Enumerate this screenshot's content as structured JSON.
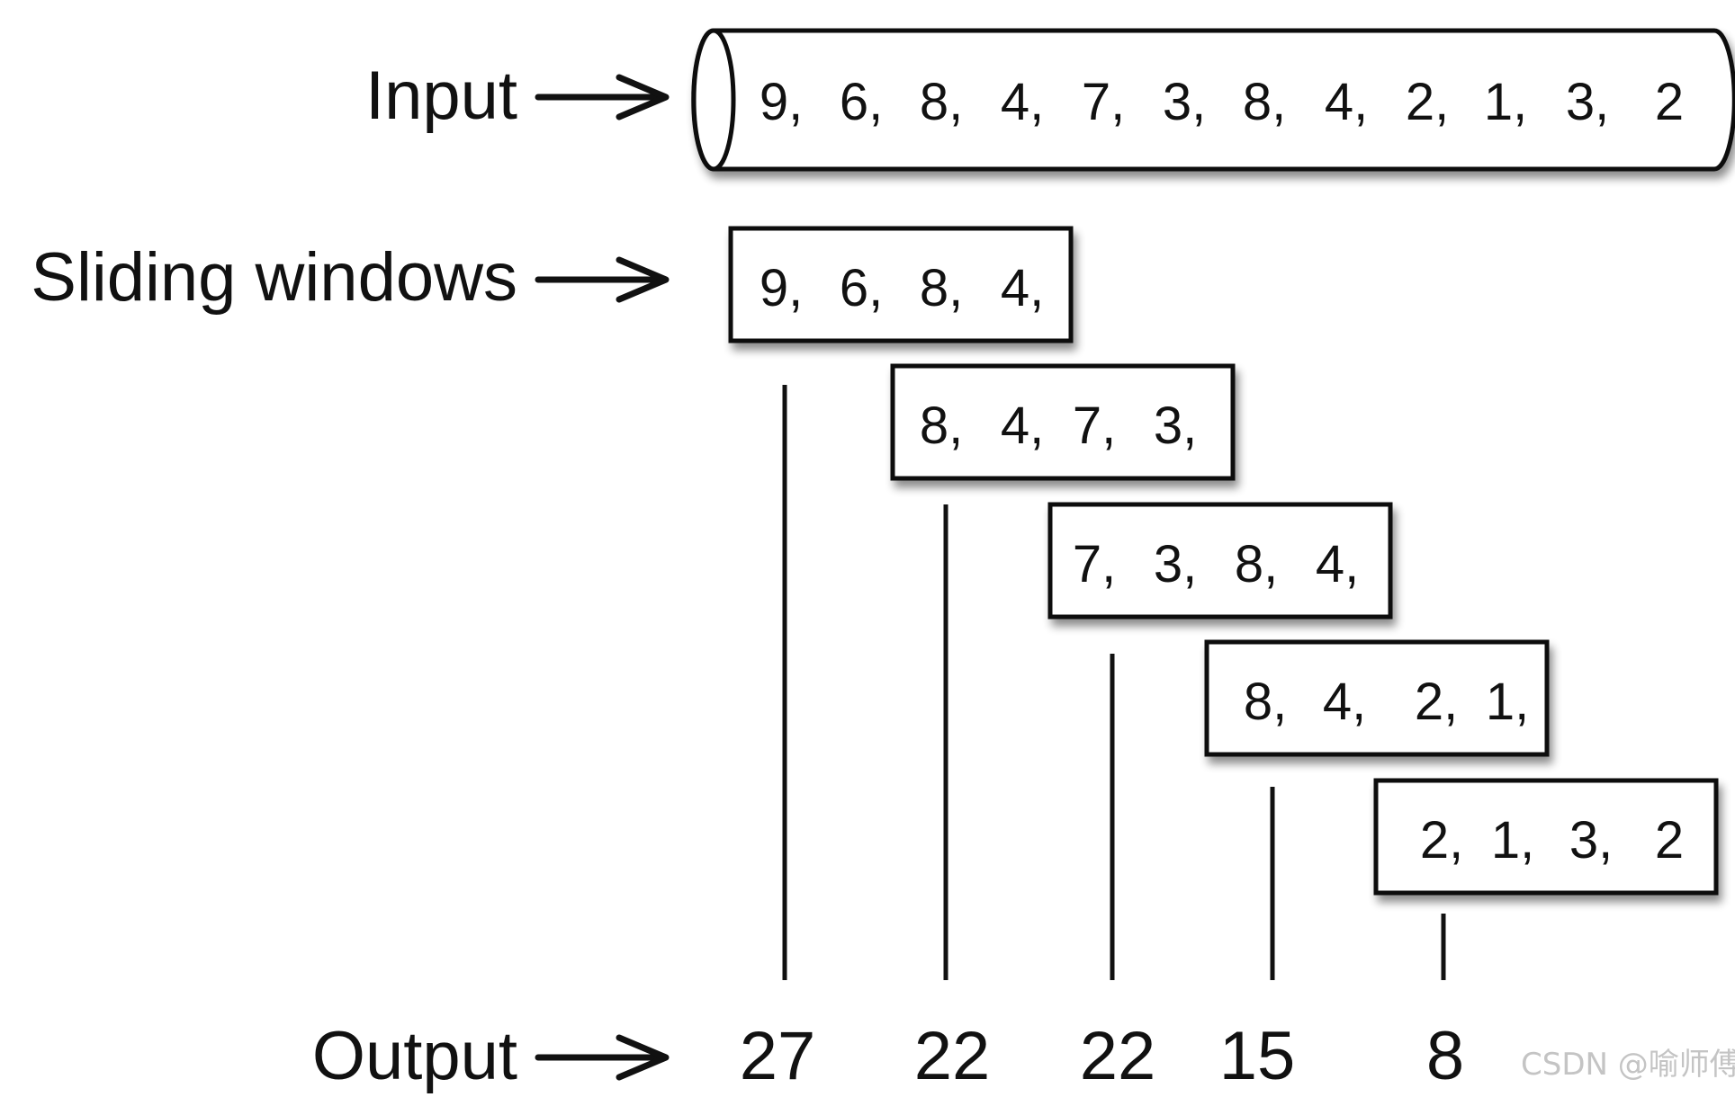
{
  "labels": {
    "input": "Input",
    "sliding_windows": "Sliding windows",
    "output": "Output"
  },
  "input": {
    "values": [
      "9,",
      "6,",
      "8,",
      "4,",
      "7,",
      "3,",
      "8,",
      "4,",
      "2,",
      "1,",
      "3,",
      "2"
    ]
  },
  "windows": [
    {
      "values": [
        "9,",
        "6,",
        "8,",
        "4,"
      ],
      "output": "27"
    },
    {
      "values": [
        "8,",
        "4,",
        "7,",
        "3,"
      ],
      "output": "22"
    },
    {
      "values": [
        "7,",
        "3,",
        "8,",
        "4,"
      ],
      "output": "22"
    },
    {
      "values": [
        "8,",
        "4,",
        "2,",
        "1,"
      ],
      "output": "15"
    },
    {
      "values": [
        "2,",
        "1,",
        "3,",
        "2"
      ],
      "output": "8"
    }
  ],
  "watermark": "CSDN @喻师傅"
}
